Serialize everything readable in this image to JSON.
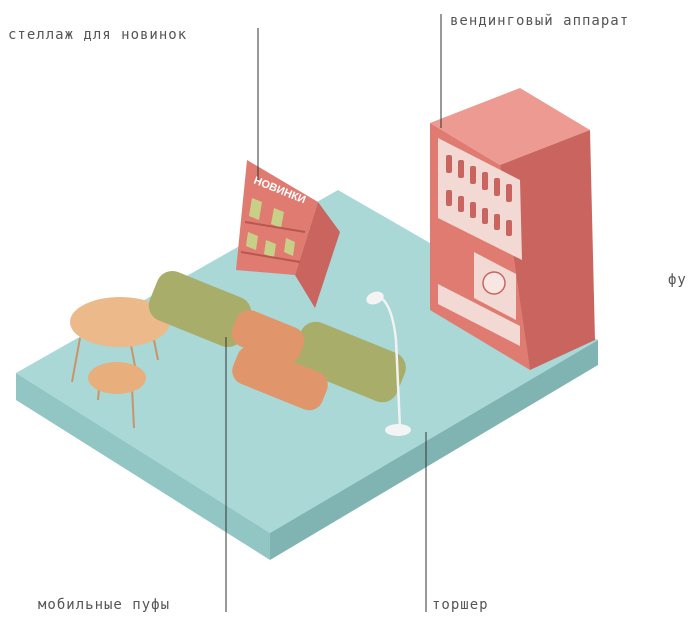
{
  "labels": {
    "new_shelf": "стеллаж для новинок",
    "vending": "вендинговый аппарат",
    "cut_off": "фу",
    "poufs": "мобильные пуфы",
    "floor_lamp": "торшер"
  },
  "shelf_sign": "НОВИНКИ",
  "colors": {
    "floor_top": "#a9d8d6",
    "floor_left": "#92c6c4",
    "floor_right": "#7fb4b2",
    "vending": "#e07b72",
    "pouf_green": "#a8ad6a",
    "pouf_orange": "#e0956a",
    "table": "#ecb98a",
    "shelf": "#e07b72"
  }
}
